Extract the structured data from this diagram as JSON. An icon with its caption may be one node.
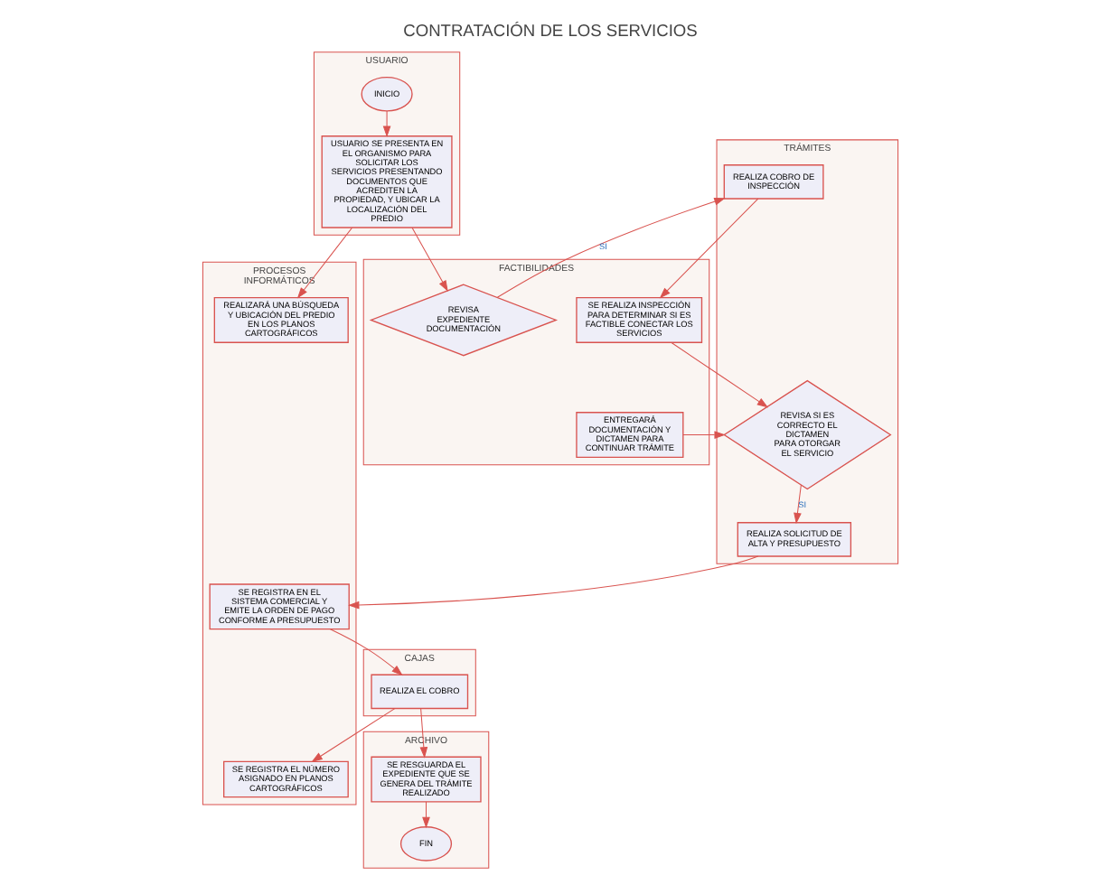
{
  "diagram": {
    "title": "CONTRATACIÓN DE LOS SERVICIOS",
    "nodes": [
      {
        "text": [
          "USUARIO"
        ]
      },
      {
        "text": [
          "FACTIBILIDADES"
        ]
      },
      {
        "text": [
          "TRÁMITES"
        ]
      },
      {
        "text": [
          "PROCESOS INFORMÁTICOS"
        ]
      },
      {
        "text": [
          "CAJAS"
        ]
      },
      {
        "text": [
          "ARCHIVO"
        ]
      },
      {
        "text": [
          "INICIO"
        ],
        "in": 0
      },
      {
        "text": [
          "USUARIO SE PRESENTA EN EL ORGANISMO PARA SOLICITAR LOS SERVICIOS PRESENTANDO DOCUMENTOS QUE ACREDITEN LA PROPIEDAD, Y UBICAR LA LOCALIZACIÓN DEL PREDIO"
        ],
        "in": 0
      },
      {
        "text": [
          "REVISA EXPEDIENTE DOCUMENTACIÓN"
        ],
        "in": 1
      },
      {
        "text": [
          "REALIZA COBRO DE INSPECCIÓN"
        ],
        "in": 2
      },
      {
        "text": [
          "REALIZARÁ UNA BÚSQUEDA Y UBICACIÓN DEL PREDIO EN LOS PLANOS CARTOGRÁFICOS"
        ],
        "in": 3
      },
      {
        "text": [
          "SE REALIZA INSPECCIÓN PARA DETERMINAR SI ES FACTIBLE CONECTAR LOS SERVICIOS"
        ],
        "in": 1
      },
      {
        "text": [
          "REVISA SI ES CORRECTO EL DICTAMEN PARA OTORGAR EL SERVICIO"
        ],
        "in": 2
      },
      {
        "text": [
          "REALIZA SOLICITUD DE ALTA Y PRESUPUESTO"
        ],
        "in": 2
      },
      {
        "text": [
          "ENTREGARÁ DOCUMENTACIÓN Y DICTAMEN PARA CONTINUAR TRÁMITE"
        ],
        "in": 1
      },
      {
        "text": [
          "SE REGISTRA EN EL SISTEMA COMERCIAL Y EMITE LA ORDEN DE PAGO CONFORME A PRESUPUESTO"
        ],
        "in": 3
      },
      {
        "text": [
          "REALIZA EL COBRO"
        ],
        "in": 4
      },
      {
        "text": [
          "SE REGISTRA EL NÚMERO ASIGNADO EN PLANOS CARTOGRÁFICOS"
        ],
        "in": 3
      },
      {
        "text": [
          "SE RESGUARDA EL EXPEDIENTE QUE SE GENERA DEL TRÁMITE REALIZADO"
        ],
        "in": 5
      },
      {
        "text": [
          "FIN"
        ],
        "in": 5
      }
    ],
    "edges": [
      {
        "from": 6,
        "to": 7,
        "arrow": "to"
      },
      {
        "from": 7,
        "to": 8,
        "arrow": "to"
      },
      {
        "from": 8,
        "to": 9,
        "arrow": "to",
        "label": "SI"
      },
      {
        "from": 7,
        "to": 10,
        "arrow": "to"
      },
      {
        "from": 9,
        "to": 11,
        "arrow": "to"
      },
      {
        "from": 11,
        "to": 12,
        "arrow": "to"
      },
      {
        "from": 14,
        "to": 12,
        "arrow": "to"
      },
      {
        "from": 12,
        "to": 13,
        "arrow": "to",
        "label": "SI"
      },
      {
        "from": 13,
        "to": 15,
        "arrow": "to"
      },
      {
        "from": 15,
        "to": 16,
        "arrow": "to"
      },
      {
        "from": 16,
        "to": 17,
        "arrow": "to"
      },
      {
        "from": 16,
        "to": 18,
        "arrow": "to"
      },
      {
        "from": 18,
        "to": 19,
        "arrow": "to"
      }
    ]
  }
}
